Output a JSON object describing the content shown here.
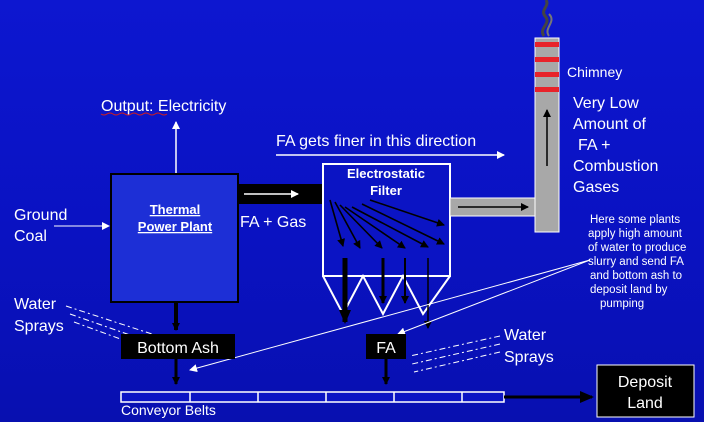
{
  "labels": {
    "output": "Output: Electricity",
    "fa_finer": "FA gets finer in this direction",
    "chimney": "Chimney",
    "chimney_note": [
      "Very Low",
      "Amount of",
      "FA +",
      "Combustion",
      "Gases"
    ],
    "ground_coal": [
      "Ground",
      "Coal"
    ],
    "power_plant": [
      "Thermal",
      "Power Plant"
    ],
    "fa_gas": "FA + Gas",
    "filter": [
      "Electrostatic",
      "Filter"
    ],
    "water_sprays_left": [
      "Water",
      "Sprays"
    ],
    "water_sprays_right": [
      "Water",
      "Sprays"
    ],
    "bottom_ash": "Bottom Ash",
    "fa": "FA",
    "conveyor": "Conveyor Belts",
    "deposit": [
      "Deposit",
      "Land"
    ],
    "slurry_note": [
      "Here some plants",
      "apply high amount",
      "of water to produce",
      "slurry and send FA",
      "and bottom ash  to",
      "deposit land by",
      "pumping"
    ]
  },
  "colors": {
    "background": "#0b14c4",
    "plant_fill": "#1d2fd6",
    "filter_fill": "#0b14c4",
    "chimney_fill": "#a8a8a8",
    "chimney_band": "#e8232a",
    "ash_box": "#000000",
    "deposit_box": "#000000"
  }
}
